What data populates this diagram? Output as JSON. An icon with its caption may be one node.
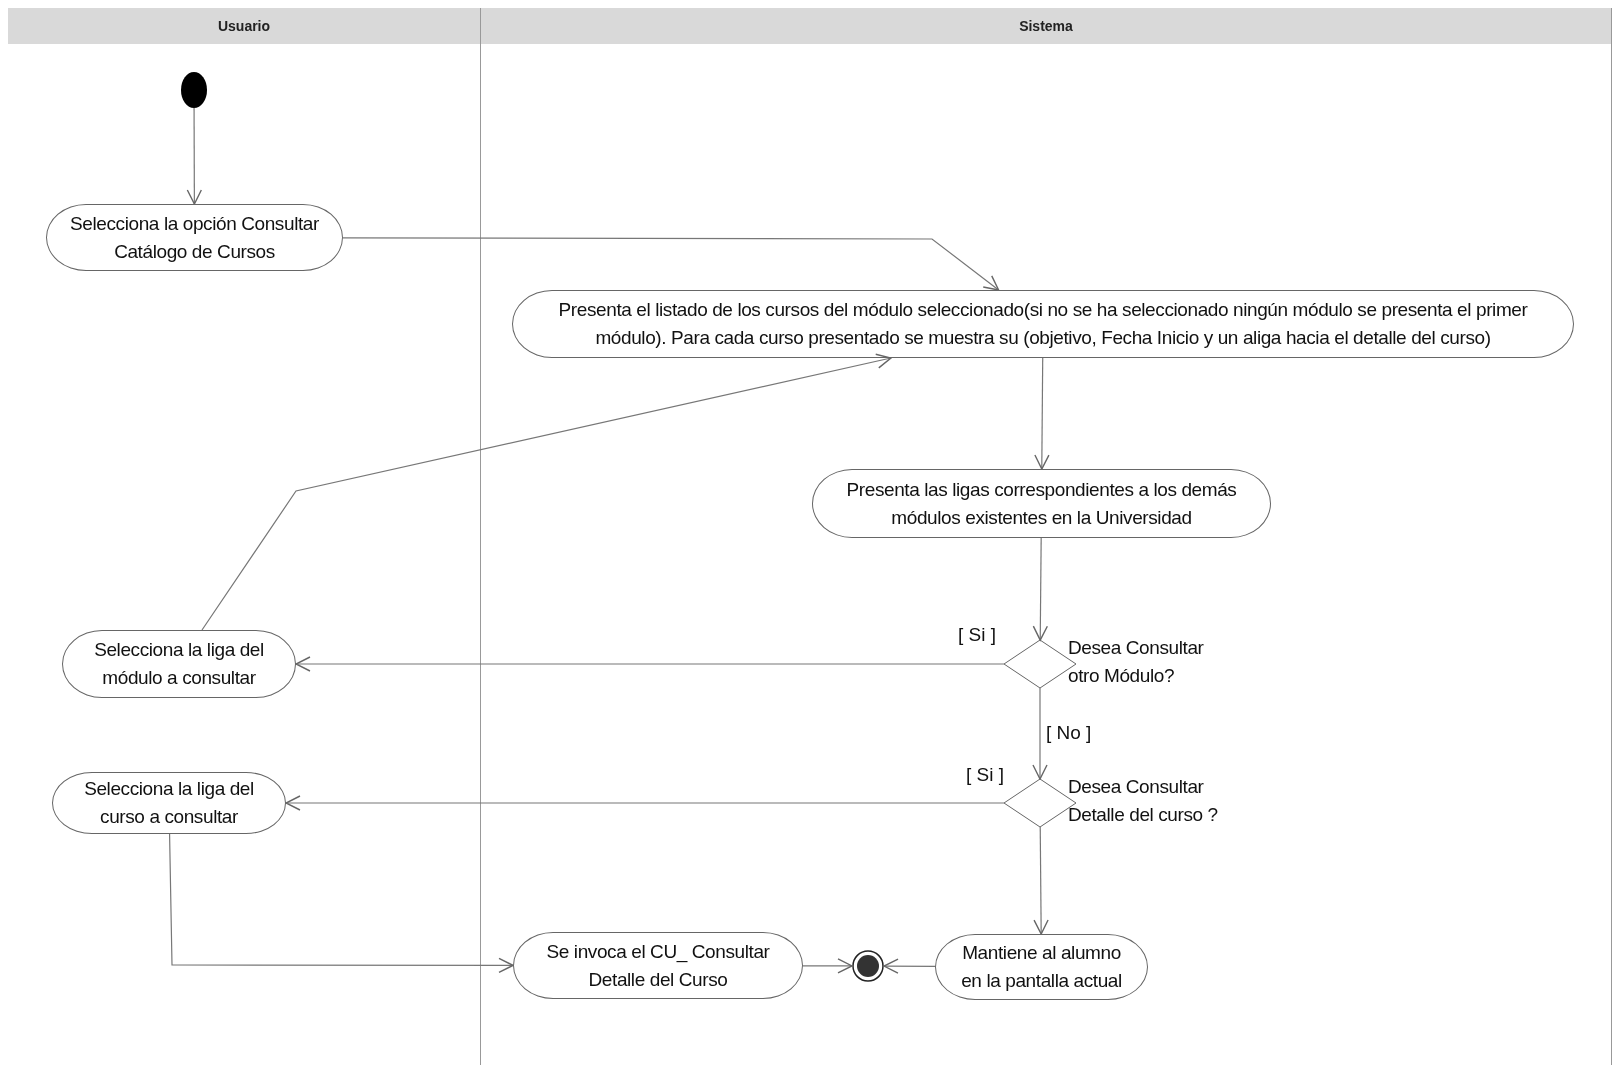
{
  "diagram": {
    "nodes": [
      {
        "text": [
          "Usuario"
        ]
      },
      {
        "text": [
          "Sistema"
        ]
      },
      {
        "text": [],
        "shape": "circle",
        "in": 0
      },
      {
        "text": [
          "Selecciona la opción Consultar Catálogo de Cursos"
        ],
        "in": 0
      },
      {
        "text": [
          "Presenta el listado de los cursos del módulo seleccionado(si no se ha seleccionado ningún módulo se presenta el primer módulo). Para cada curso presentado se muestra su (objetivo, Fecha Inicio y un aliga hacia el detalle del curso)"
        ],
        "in": 1
      },
      {
        "text": [
          "Presenta las ligas correspondientes a los demás módulos existentes en la Universidad"
        ],
        "in": 1
      },
      {
        "text": [],
        "shape": "diamond",
        "beside": [
          "Desea Consultar otro Módulo?"
        ],
        "in": 1
      },
      {
        "text": [
          "Selecciona la liga del módulo a consultar"
        ],
        "in": 0
      },
      {
        "text": [],
        "shape": "diamond",
        "beside": [
          "Desea Consultar Detalle del curso ?"
        ],
        "in": 1
      },
      {
        "text": [
          "Selecciona la liga del curso a consultar"
        ],
        "in": 0
      },
      {
        "text": [
          "Se invoca el CU_ Consultar Detalle del Curso"
        ],
        "in": 1
      },
      {
        "text": [],
        "shape": "circle",
        "in": 1
      },
      {
        "text": [
          "Mantiene al alumno en la pantalla actual"
        ],
        "in": 1
      }
    ],
    "edges": [
      {
        "from": 2,
        "to": 3,
        "arrow": "to"
      },
      {
        "from": 3,
        "to": 4,
        "arrow": "to"
      },
      {
        "from": 4,
        "to": 5,
        "arrow": "to"
      },
      {
        "from": 5,
        "to": 6,
        "arrow": "to"
      },
      {
        "from": 6,
        "to": 7,
        "arrow": "to",
        "label": "[ Si ]"
      },
      {
        "from": 6,
        "to": 8,
        "arrow": "to",
        "label": "[ No ]"
      },
      {
        "from": 8,
        "to": 9,
        "arrow": "to",
        "label": "[ Si ]"
      },
      {
        "from": 8,
        "to": 12,
        "arrow": "to"
      },
      {
        "from": 7,
        "to": 4,
        "arrow": "to"
      },
      {
        "from": 9,
        "to": 10,
        "arrow": "to"
      },
      {
        "from": 10,
        "to": 11,
        "arrow": "to"
      },
      {
        "from": 12,
        "to": 11,
        "arrow": "to"
      }
    ]
  }
}
